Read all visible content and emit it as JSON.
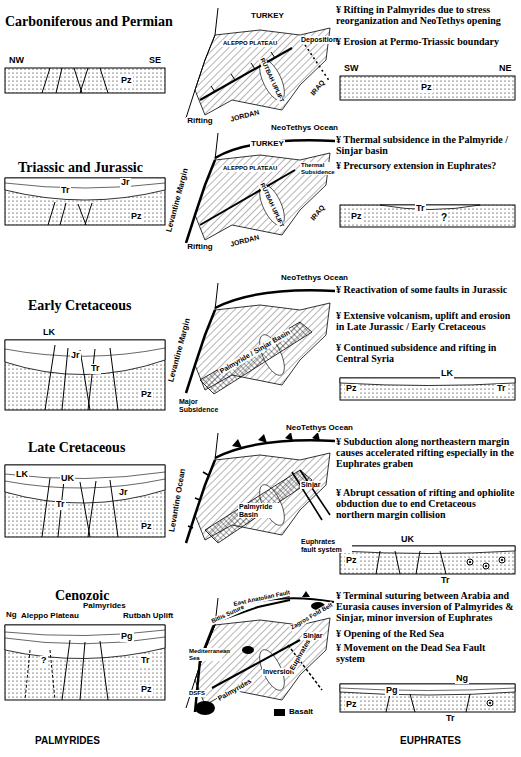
{
  "diagram": {
    "labels": [
      "Carboniferous and Permian",
      "NW",
      "SE",
      "Pz",
      "TURKEY",
      "ALEPPO PLATEAU",
      "Deposition",
      "RUTBAH UPLIFT",
      "JORDAN",
      "IRAQ",
      "Rifting",
      "¥ Rifting in Palmyrides due to stress reorganization and NeoTethys opening",
      "¥ Erosion at Permo-Triassic boundary",
      "SW",
      "NE",
      "Pz",
      "Triassic and Jurassic",
      "Tr",
      "Jr",
      "Pz",
      "NeoTethys Ocean",
      "TURKEY",
      "ALEPPO PLATEAU",
      "Thermal Subsidence",
      "Levantine Margin",
      "RUTBAH UPLIFT",
      "Rifting",
      "JORDAN",
      "IRAQ",
      "¥ Thermal subsidence in the Palmyride / Sinjar basin",
      "¥ Precursory extension in Euphrates?",
      "Pz",
      "Tr",
      "?",
      "Early Cretaceous",
      "LK",
      "Jr",
      "Tr",
      "Pz",
      "NeoTethys Ocean",
      "Levantine Margin",
      "Palmyride / Sinjar Basin",
      "Major Subsidence",
      "¥ Reactivation of some faults in Jurassic",
      "¥ Extensive volcanism, uplift and erosion in Late Jurassic / Early Cretaceous",
      "¥ Continued subsidence and rifting in Central Syria",
      "LK",
      "Pz",
      "Tr",
      "Late Cretaceous",
      "LK",
      "UK",
      "Jr",
      "Tr",
      "Pz",
      "NeoTethys Ocean",
      "Levantine Ocean",
      "Sinjar",
      "Palmyride Basin",
      "Euphrates fault system",
      "¥ Subduction along northeastern margin causes accelerated rifting especially in the Euphrates graben",
      "¥ Abrupt cessation of rifting and ophiolite obduction due to end Cretaceous northern margin collision",
      "UK",
      "Pz",
      "Tr",
      "Cenozoic",
      "Ng",
      "Aleppo Plateau",
      "Palmyrides",
      "Rutbah Uplift",
      "Pg",
      "Tr",
      "Pz",
      "?",
      "East Anatolian Fault",
      "Bitlis Suture",
      "Zagros Fold Belt",
      "Mediterranean Sea",
      "DSFS",
      "Palmyrides",
      "Inversion",
      "Euphrates",
      "Sinjar",
      "¥ Terminal suturing between Arabia and Eurasia causes inversion of Palmyrides & Sinjar, minor inversion of Euphrates",
      "¥ Opening of the Red Sea",
      "¥ Movement on the Dead Sea Fault system",
      "Pg",
      "Ng",
      "Pz",
      "Tr",
      "PALMYRIDES",
      "EUPHRATES"
    ],
    "legend": [
      {
        "text": "Basalt",
        "color": "#000000"
      }
    ]
  }
}
